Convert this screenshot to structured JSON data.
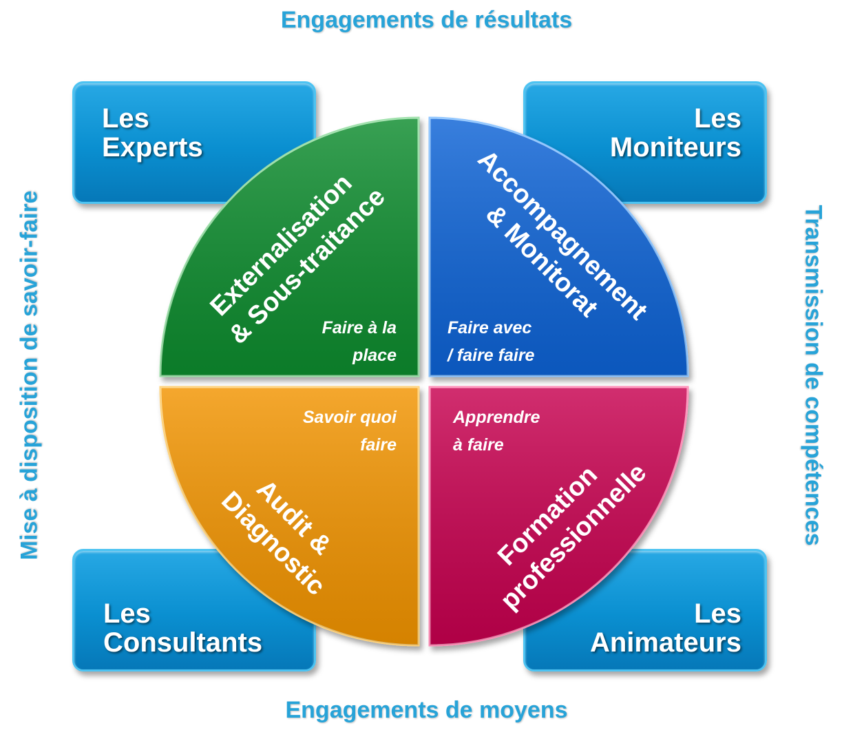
{
  "axes": {
    "top": "Engagements de résultats",
    "bottom": "Engagements de moyens",
    "left": "Mise à disposition de savoir-faire",
    "right": "Transmission de compétences"
  },
  "roles": {
    "top_left": [
      "Les",
      "Experts"
    ],
    "top_right": [
      "Les",
      "Moniteurs"
    ],
    "bottom_left": [
      "Les",
      "Consultants"
    ],
    "bottom_right": [
      "Les",
      "Animateurs"
    ]
  },
  "quadrants": {
    "top_left": {
      "color": "#0f8c2e",
      "title_lines": [
        "Externalisation",
        "& Sous-traitance"
      ],
      "subtitle_lines": [
        "Faire à la",
        "place"
      ]
    },
    "top_right": {
      "color": "#0b63d6",
      "title_lines": [
        "Accompagnement",
        "& Monitorat"
      ],
      "subtitle_lines": [
        "Faire avec",
        "/ faire faire"
      ]
    },
    "bottom_left": {
      "color": "#f29400",
      "title_lines": [
        "Audit &",
        "Diagnostic"
      ],
      "subtitle_lines": [
        "Savoir quoi",
        "faire"
      ]
    },
    "bottom_right": {
      "color": "#c7004f",
      "title_lines": [
        "Formation",
        "professionnelle"
      ],
      "subtitle_lines": [
        "Apprendre",
        "à faire"
      ]
    }
  }
}
